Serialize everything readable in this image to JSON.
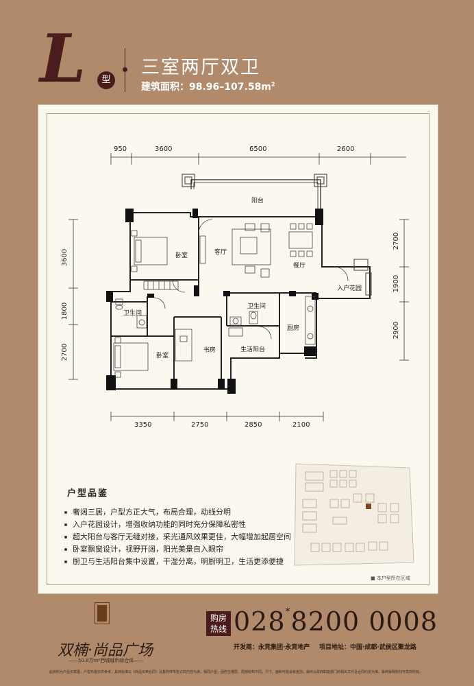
{
  "header": {
    "type_letter": "L",
    "type_suffix": "型",
    "title": "三室两厅双卫",
    "area_label": "建筑面积：98.96–107.58m",
    "area_unit_sup": "2"
  },
  "plan": {
    "top_dimensions": [
      "950",
      "3600",
      "6500",
      "2600"
    ],
    "bottom_dimensions": [
      "3350",
      "2750",
      "2850",
      "2100"
    ],
    "left_dimensions": [
      "3600",
      "1800",
      "2700"
    ],
    "right_dimensions": [
      "2700",
      "1900",
      "2900"
    ],
    "rooms": {
      "balcony": "阳台",
      "bedroom_1": "卧室",
      "living": "客厅",
      "dining": "餐厅",
      "entrance_garden": "入户花园",
      "bathroom_1": "卫生间",
      "bathroom_2": "卫生间",
      "kitchen": "厨房",
      "bedroom_2": "卧室",
      "study": "书房",
      "utility_balcony": "生活阳台"
    }
  },
  "features": {
    "title": "户型品鉴",
    "items": [
      "奢阔三居，户型方正大气，布局合理，动线分明",
      "入户花园设计，增强收纳功能的同时充分保障私密性",
      "超大阳台与客厅无缝对接，采光通风效果更佳，大幅增加起居空间",
      "卧室飘窗设计，视野开阔，阳光美景自入眼帘",
      "厨卫与生活阳台集中设置，干湿分离，明厨明卫，生活更添便捷"
    ]
  },
  "site_plan": {
    "caption": "本户型所在区域"
  },
  "footer": {
    "brand": "双楠·尚品广场",
    "brand_sub": "——50.8万m²西城城市综合体——",
    "hotline_label_1": "购房",
    "hotline_label_2": "热线",
    "phone_prefix": "028",
    "phone_star": "*",
    "phone_main": "8200 0008",
    "developer": "开发商：永竞集团·永竞地产",
    "address": "项目地址：中国·成都·武侯区聚龙路",
    "disclaimer": "此资料为户型示意图，户型布置仅供参考，具体标准以《商品买卖合同》及其附件所签订的内容为准，相同户型，因所在楼层、局部结构不同，尺寸、面积可能会有差别，最终以政府职能部门的相关文件及合同约定为准，最终解释权归开发商所有。"
  },
  "colors": {
    "background": "#b08a6a",
    "accent": "#4a1c1e",
    "panel": "#fbf9ef"
  }
}
